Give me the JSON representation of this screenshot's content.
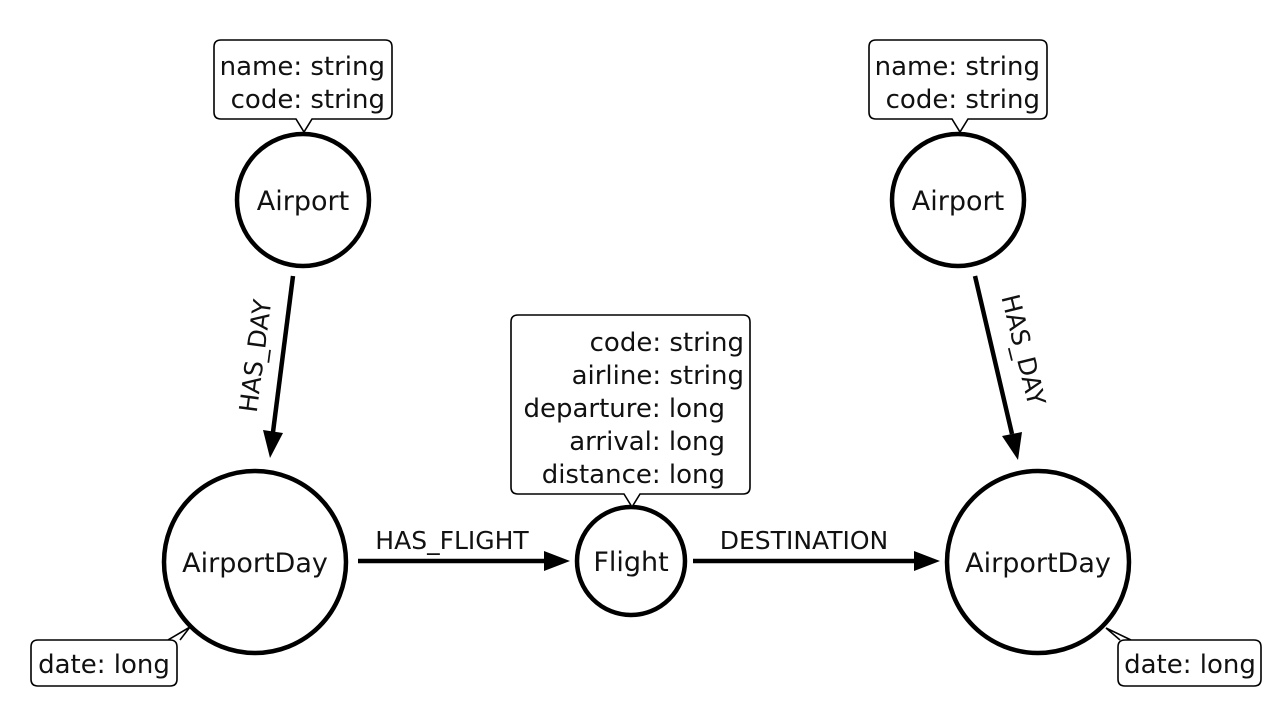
{
  "nodes": {
    "airport_left": {
      "label": "Airport"
    },
    "airport_right": {
      "label": "Airport"
    },
    "airportday_left": {
      "label": "AirportDay"
    },
    "airportday_right": {
      "label": "AirportDay"
    },
    "flight": {
      "label": "Flight"
    }
  },
  "properties": {
    "airport_left": [
      "name: string",
      "code: string"
    ],
    "airport_right": [
      "name: string",
      "code: string"
    ],
    "flight": [
      "code: string",
      "airline: string",
      "departure: long",
      "arrival: long",
      "distance: long"
    ],
    "airportday_left": [
      "date: long"
    ],
    "airportday_right": [
      "date: long"
    ]
  },
  "edges": {
    "has_day_left": {
      "label": "HAS_DAY"
    },
    "has_day_right": {
      "label": "HAS_DAY"
    },
    "has_flight": {
      "label": "HAS_FLIGHT"
    },
    "destination": {
      "label": "DESTINATION"
    }
  },
  "colors": {
    "stroke": "#000000",
    "text": "#111111",
    "background": "#ffffff"
  }
}
